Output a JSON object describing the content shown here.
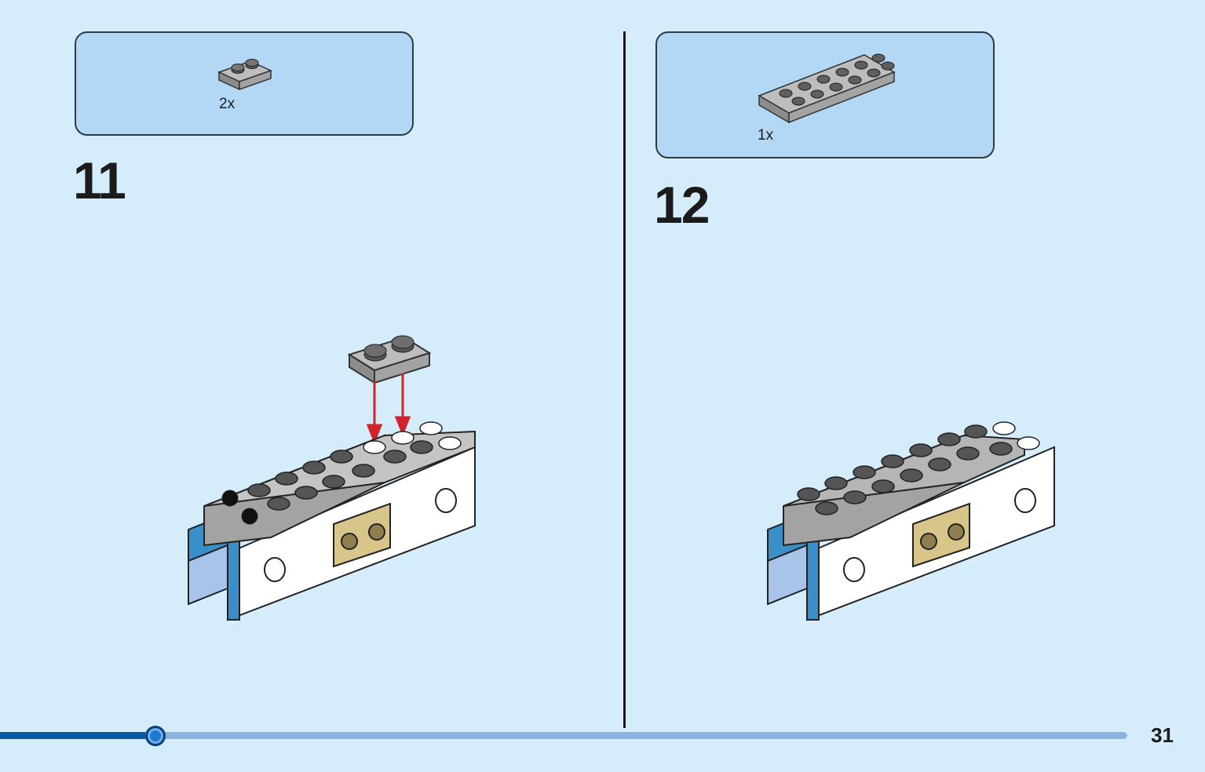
{
  "steps": [
    {
      "number": "11",
      "part_quantity": "2x",
      "part": "plate-1x2-gray-icon"
    },
    {
      "number": "12",
      "part_quantity": "1x",
      "part": "plate-2x6-gray-icon"
    }
  ],
  "page_number": "31",
  "progress": {
    "fraction": 0.129
  },
  "colors": {
    "background": "#d5ecfb",
    "parts_box": "#b3d8f5",
    "plate_gray": "#a3a3a3",
    "arrow_red": "#d2232a",
    "progress_fill": "#0b5aa6",
    "progress_track": "#8fb3e0"
  }
}
